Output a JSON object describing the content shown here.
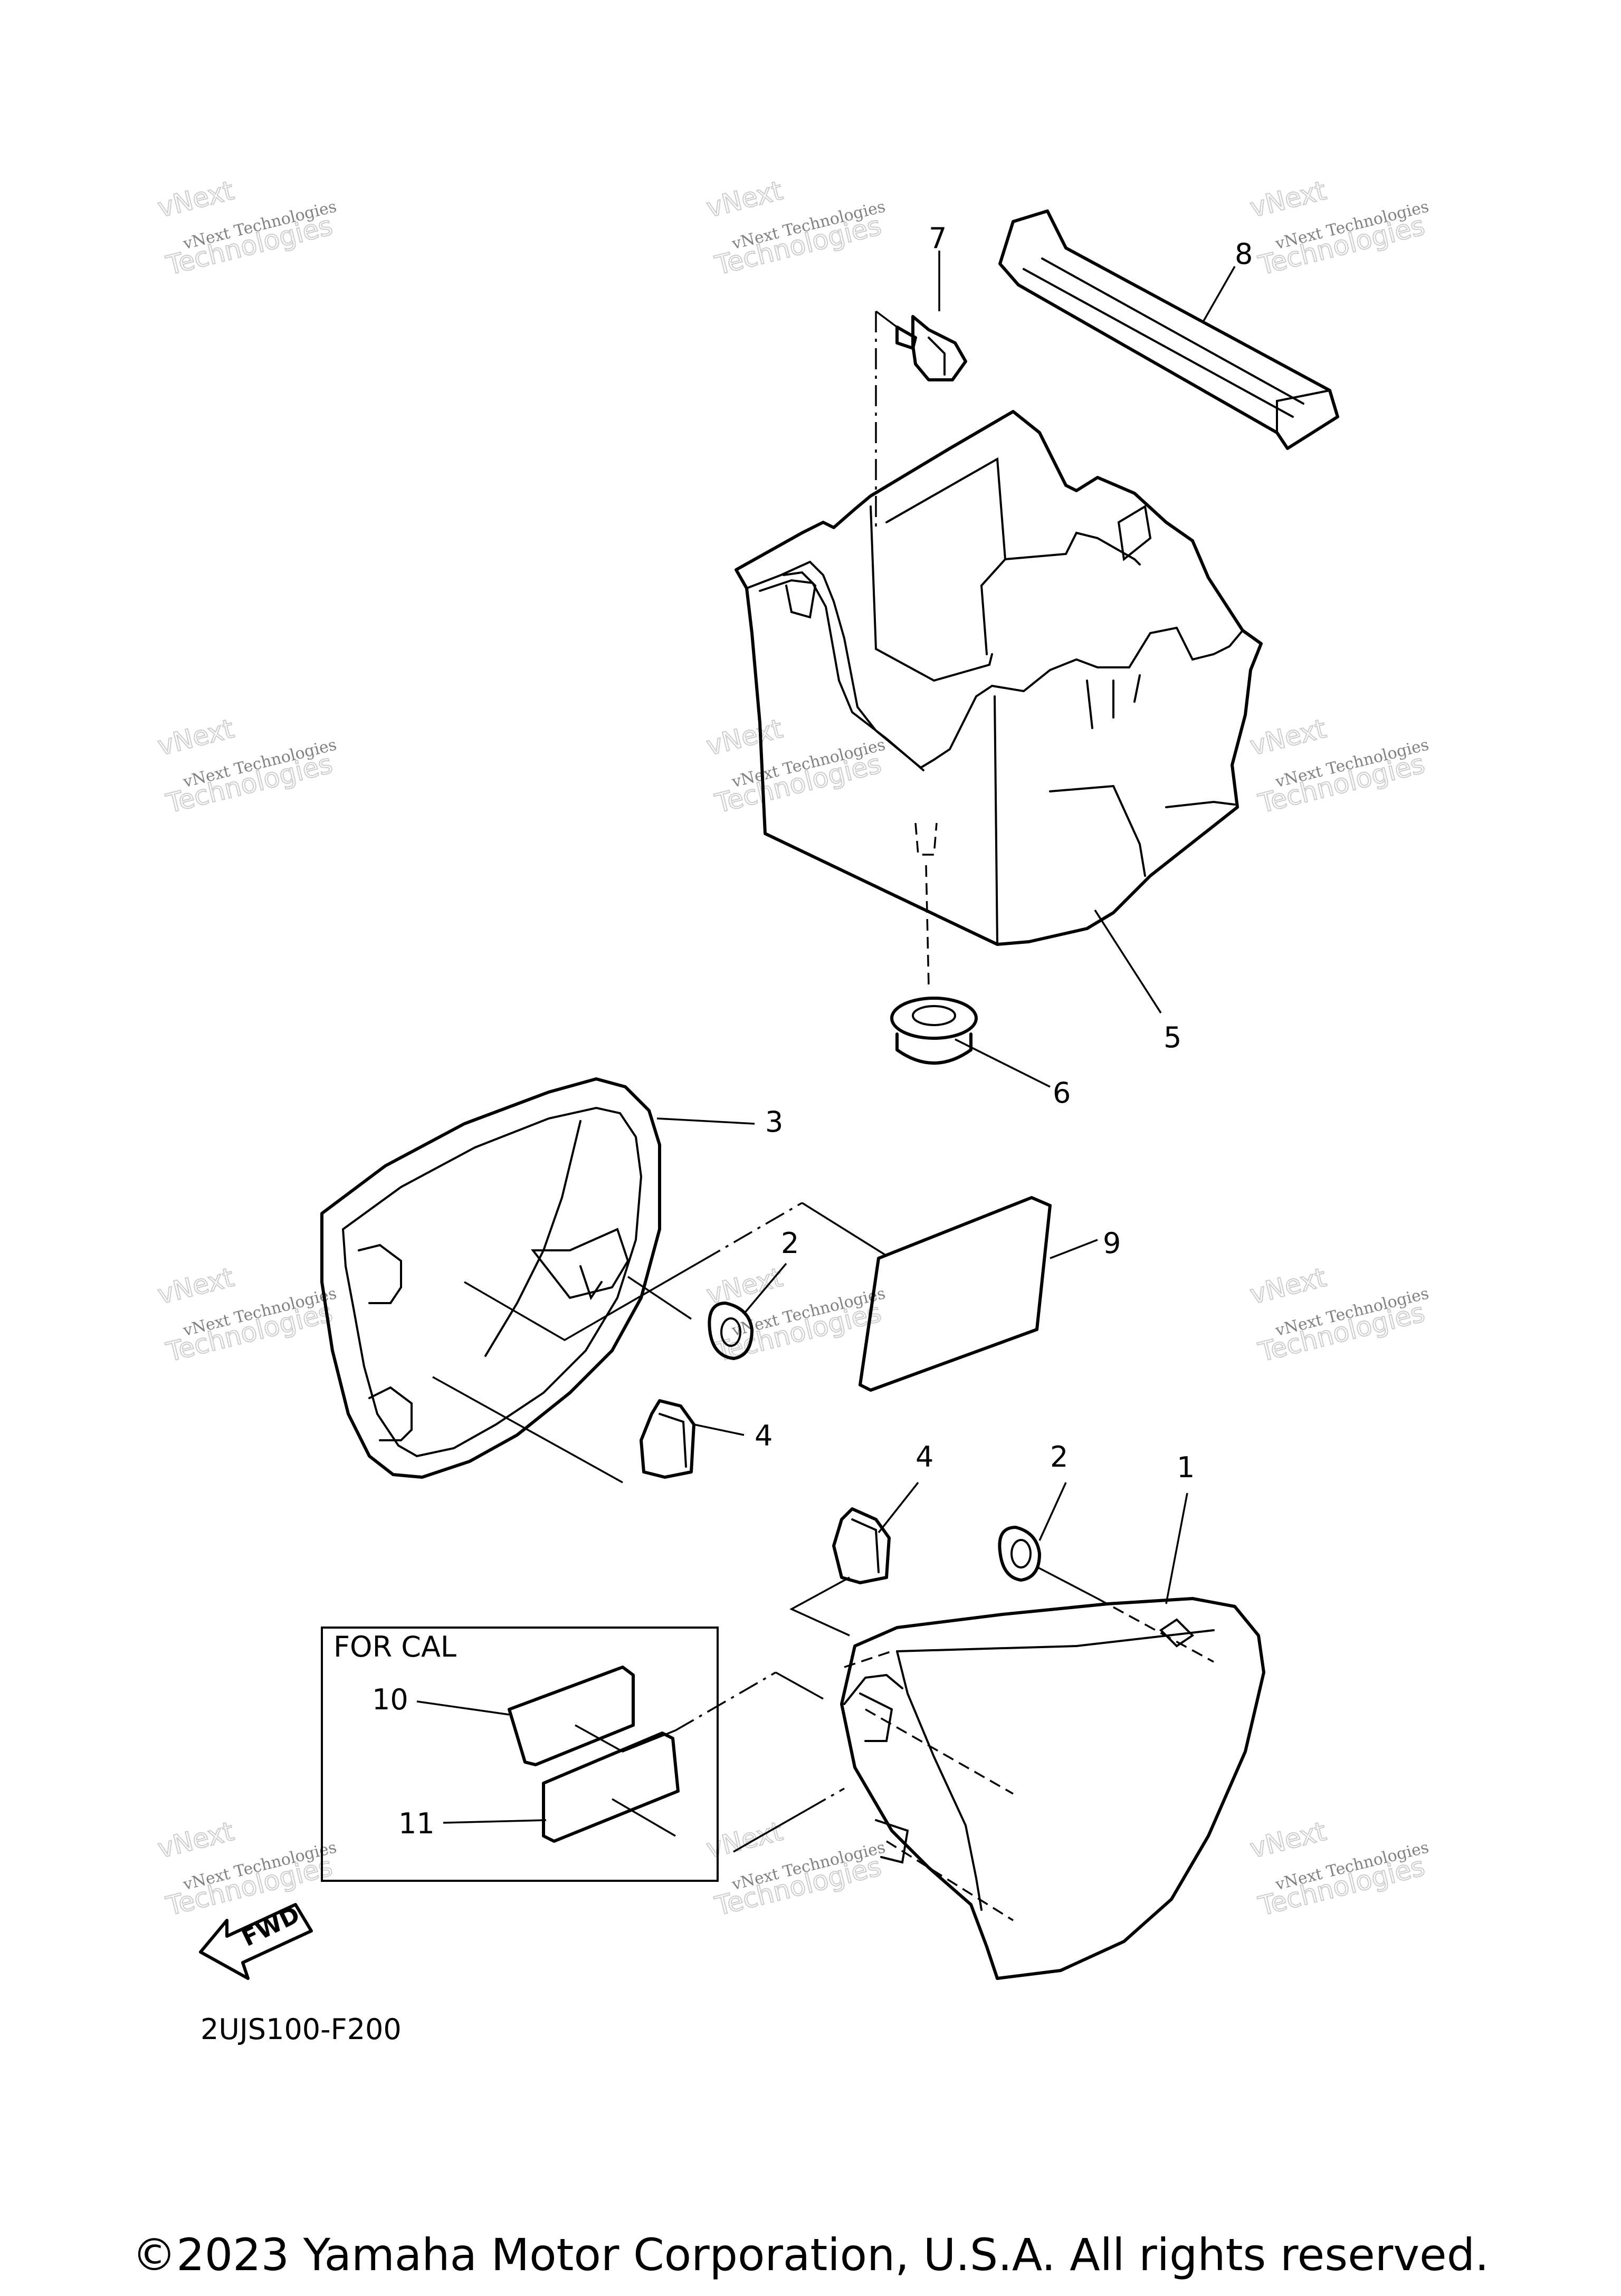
{
  "callouts": [
    "1",
    "2",
    "2",
    "3",
    "4",
    "4",
    "5",
    "6",
    "7",
    "8",
    "9",
    "10",
    "11"
  ],
  "inset_label": "FOR CAL",
  "arrow_label": "FWD",
  "diagram_code": "2UJS100-F200",
  "watermark_line1": "vNext Technologies",
  "watermark_line2": "Technologies",
  "watermark_top": "vNext",
  "copyright": "©2023 Yamaha Motor Corporation, U.S.A. All rights reserved."
}
